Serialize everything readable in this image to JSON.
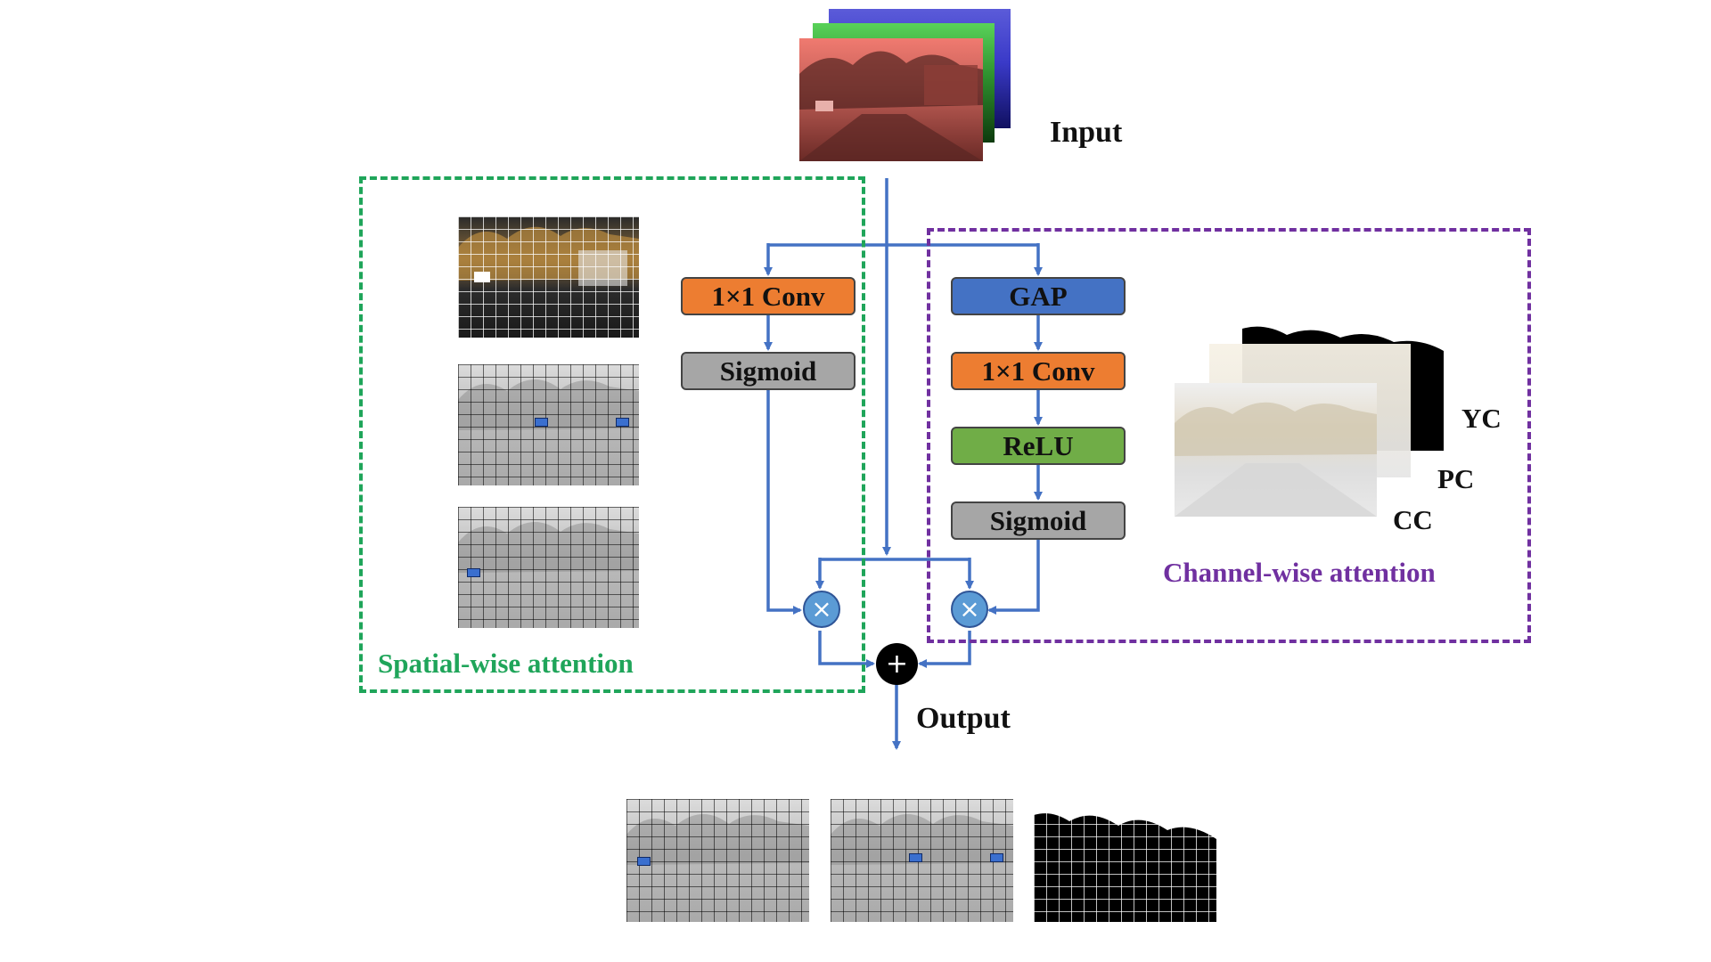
{
  "labels": {
    "input": "Input",
    "output": "Output",
    "spatial": "Spatial-wise attention",
    "channel": "Channel-wise attention",
    "yc": "YC",
    "pc": "PC",
    "cc": "CC"
  },
  "spatial_branch": {
    "conv": "1×1 Conv",
    "sigmoid": "Sigmoid"
  },
  "channel_branch": {
    "gap": "GAP",
    "conv": "1×1 Conv",
    "relu": "ReLU",
    "sigmoid": "Sigmoid"
  },
  "operators": {
    "multiply": "×",
    "add": "+"
  },
  "colors": {
    "arrow": "#4472c4",
    "spatial_border": "#1fa55a",
    "spatial_text": "#1fa55a",
    "channel_border": "#7030a0",
    "channel_text": "#7030a0",
    "conv": "#ed7d31",
    "sigmoid": "#a6a6a6",
    "gap": "#4472c4",
    "relu": "#70ad47",
    "multiply": "#5b9bd5",
    "add": "#000000"
  }
}
